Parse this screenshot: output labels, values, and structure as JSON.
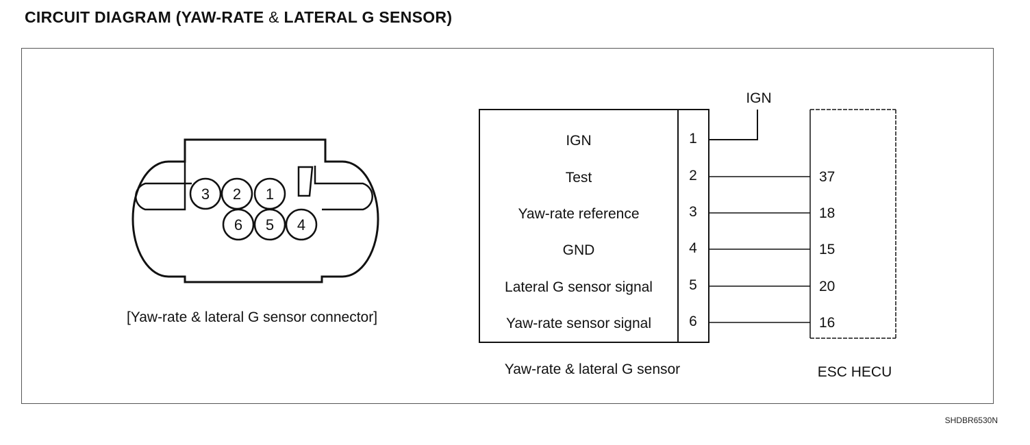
{
  "title": {
    "prefix": "CIRCUIT DIAGRAM (YAW-RATE",
    "amp": "&",
    "suffix": "LATERAL G SENSOR)"
  },
  "connector": {
    "caption": "[Yaw-rate & lateral G sensor connector]",
    "cavities_top": [
      "3",
      "2",
      "1"
    ],
    "cavities_bottom": [
      "6",
      "5",
      "4"
    ]
  },
  "sensor": {
    "name": "Yaw-rate & lateral G sensor",
    "pins": [
      {
        "function": "IGN",
        "pin": "1"
      },
      {
        "function": "Test",
        "pin": "2"
      },
      {
        "function": "Yaw-rate reference",
        "pin": "3"
      },
      {
        "function": "GND",
        "pin": "4"
      },
      {
        "function": "Lateral G sensor signal",
        "pin": "5"
      },
      {
        "function": "Yaw-rate sensor signal",
        "pin": "6"
      }
    ]
  },
  "supply_label": "IGN",
  "hecu": {
    "name": "ESC HECU",
    "pins": [
      "37",
      "18",
      "15",
      "20",
      "16"
    ]
  },
  "figure_ref": "SHDBR6530N"
}
